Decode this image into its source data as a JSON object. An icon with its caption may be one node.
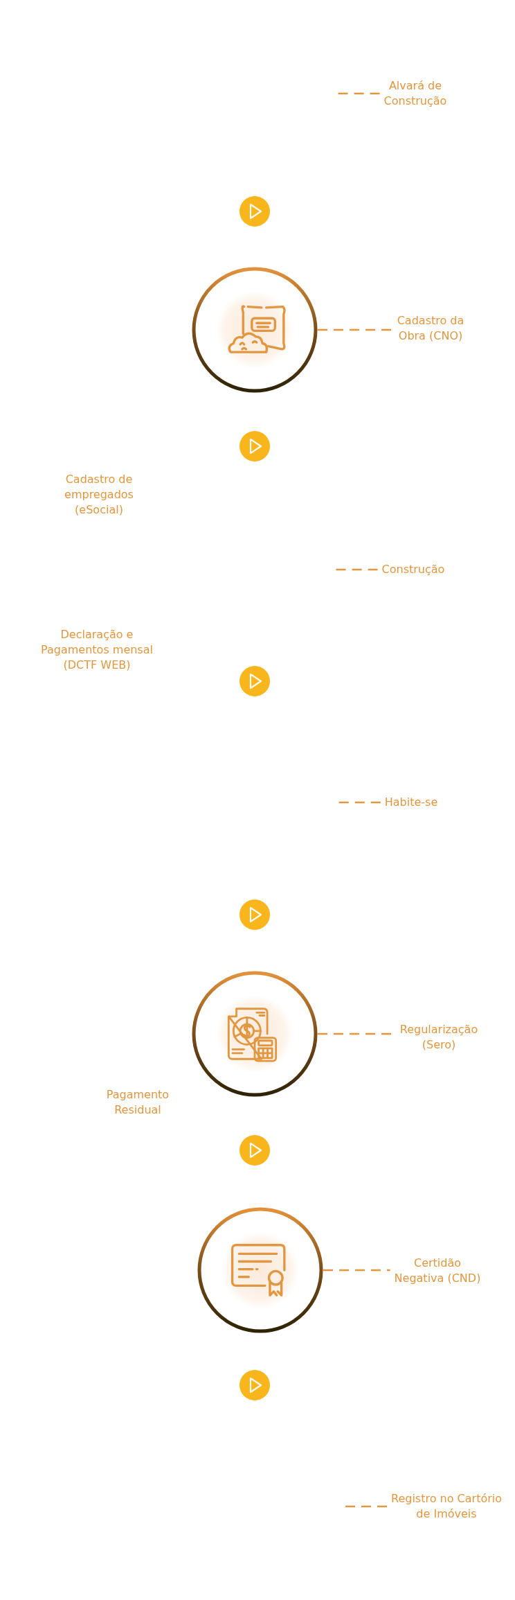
{
  "diagram": {
    "nodes": [
      {
        "text": [
          "Alvará de Construção"
        ]
      },
      {
        "text": [],
        "shape": "picture"
      },
      {
        "text": [
          "Cadastro da Obra (CNO)"
        ]
      },
      {
        "text": [
          "Construção"
        ]
      },
      {
        "text": [
          "Habite-se"
        ]
      },
      {
        "text": [],
        "shape": "picture"
      },
      {
        "text": [
          "Regularização (Sero)"
        ]
      },
      {
        "text": [],
        "shape": "picture"
      },
      {
        "text": [
          "Certidão Negativa (CND)"
        ]
      },
      {
        "text": [
          "Registro no Cartório de Imóveis"
        ]
      }
    ],
    "edges": [
      {
        "from": null,
        "to": 0,
        "arrow": "none",
        "style": "dashed"
      },
      {
        "from": 1,
        "to": 2,
        "arrow": "none",
        "style": "dashed"
      },
      {
        "from": null,
        "to": 3,
        "arrow": "none",
        "style": "dashed"
      },
      {
        "from": null,
        "to": 4,
        "arrow": "none",
        "style": "dashed"
      },
      {
        "from": 5,
        "to": 6,
        "arrow": "none",
        "style": "dashed"
      },
      {
        "from": 7,
        "to": 8,
        "arrow": "none",
        "style": "dashed"
      },
      {
        "from": null,
        "to": 9,
        "arrow": "none",
        "style": "dashed"
      }
    ],
    "labels": [
      "Cadastro de empregados (eSocial)",
      "Declaração e Pagamentos mensal (DCTF WEB)",
      "Pagamento Residual"
    ]
  }
}
